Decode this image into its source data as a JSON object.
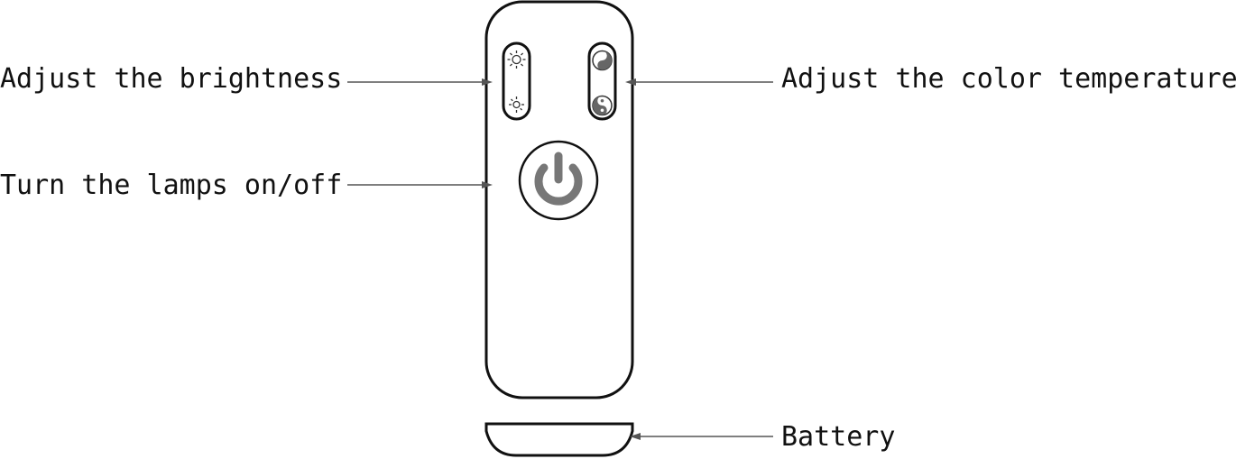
{
  "annotations": {
    "brightness": "Adjust the brightness",
    "color_temperature": "Adjust the color temperature",
    "power": "Turn the lamps on/off",
    "battery": "Battery"
  },
  "icons": {
    "brightness_up": "sun-large-icon",
    "brightness_down": "sun-small-icon",
    "warm_white": "yin-yang-warm-icon",
    "cool_white": "yin-yang-cool-icon",
    "power": "power-icon"
  },
  "colors": {
    "outline": "#111111",
    "leader_line": "#555555",
    "power_icon": "#777777",
    "yin_yang_dark": "#666666"
  }
}
